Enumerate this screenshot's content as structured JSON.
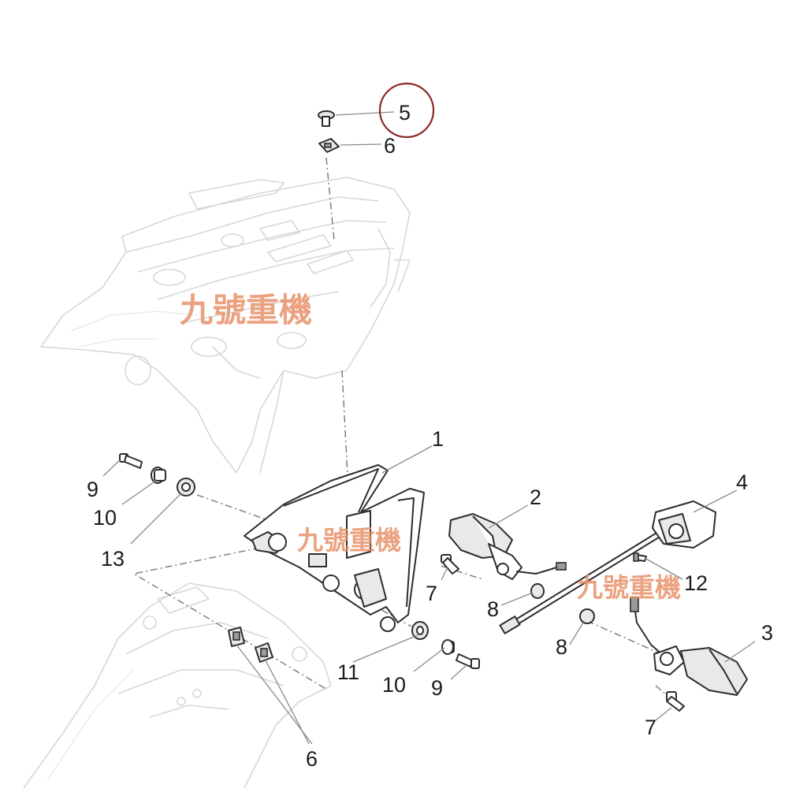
{
  "callouts": {
    "c1": "1",
    "c2": "2",
    "c3": "3",
    "c4": "4",
    "c5": "5",
    "c6_top": "6",
    "c6_bottom": "6",
    "c7_left": "7",
    "c7_right": "7",
    "c8_left": "8",
    "c8_right": "8",
    "c9_left": "9",
    "c9_bottom": "9",
    "c10_left": "10",
    "c10_bottom": "10",
    "c11": "11",
    "c12": "12",
    "c13": "13"
  },
  "watermarks": {
    "wm1": "九號重機",
    "wm2": "九號重機",
    "wm3": "九號重機"
  },
  "colors": {
    "highlight_ring": "#8b2a28",
    "watermark": "#e8926a"
  }
}
